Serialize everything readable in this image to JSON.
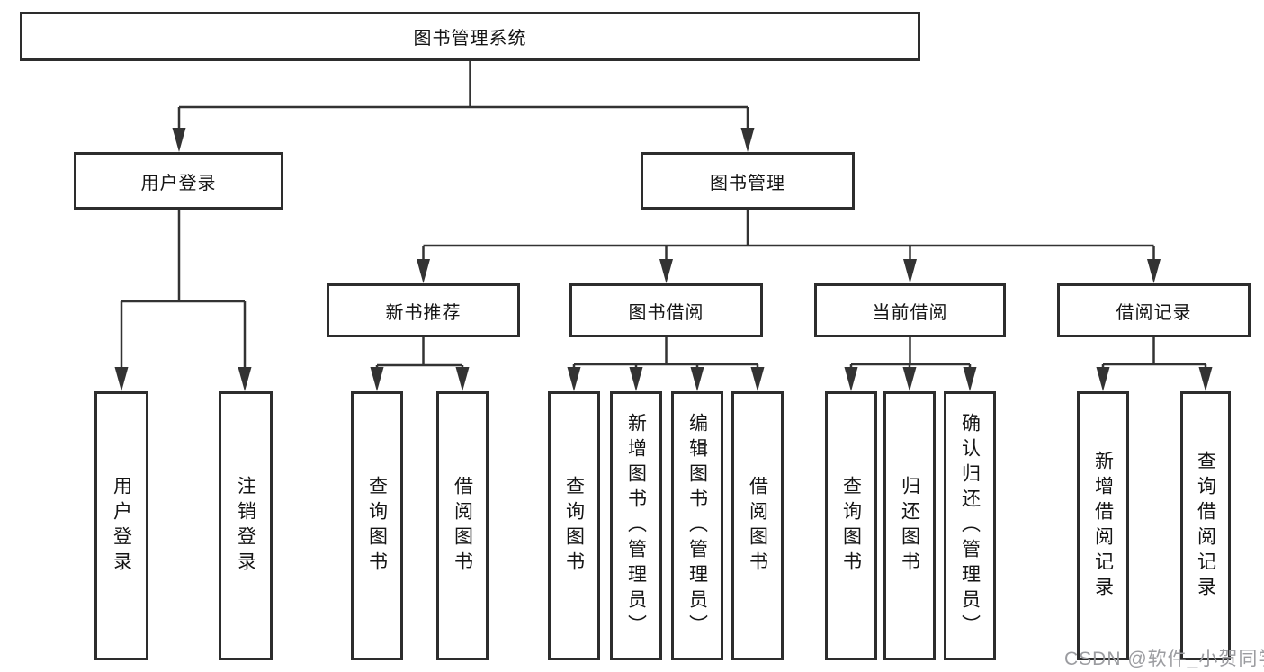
{
  "colors": {
    "background": "#ffffff",
    "line": "#333333",
    "box_border": "#2d2d2d",
    "box_fill": "#ffffff",
    "text": "#151515",
    "watermark": "#9b9ca0"
  },
  "watermark": {
    "text": "CSDN @软件_小贺同学"
  },
  "diagram": {
    "type": "tree",
    "nodes": {
      "root": {
        "label": "图书管理系统"
      },
      "login": {
        "label": "用户登录"
      },
      "manage": {
        "label": "图书管理"
      },
      "recommend": {
        "label": "新书推荐"
      },
      "borrow": {
        "label": "图书借阅"
      },
      "current": {
        "label": "当前借阅"
      },
      "records": {
        "label": "借阅记录"
      },
      "login_user": {
        "label": "用户登录"
      },
      "login_logout": {
        "label": "注销登录"
      },
      "rec_query": {
        "label": "查询图书"
      },
      "rec_borrow": {
        "label": "借阅图书"
      },
      "bor_query": {
        "label": "查询图书"
      },
      "bor_add": {
        "label": "新增图书（管理员）"
      },
      "bor_edit": {
        "label": "编辑图书（管理员）"
      },
      "bor_lend": {
        "label": "借阅图书"
      },
      "cur_query": {
        "label": "查询图书"
      },
      "cur_return": {
        "label": "归还图书"
      },
      "cur_confirm": {
        "label": "确认归还（管理员）"
      },
      "log_add": {
        "label": "新增借阅记录"
      },
      "log_query": {
        "label": "查询借阅记录"
      }
    },
    "edges": [
      [
        "root",
        "login"
      ],
      [
        "root",
        "manage"
      ],
      [
        "login",
        "login_user"
      ],
      [
        "login",
        "login_logout"
      ],
      [
        "manage",
        "recommend"
      ],
      [
        "manage",
        "borrow"
      ],
      [
        "manage",
        "current"
      ],
      [
        "manage",
        "records"
      ],
      [
        "recommend",
        "rec_query"
      ],
      [
        "recommend",
        "rec_borrow"
      ],
      [
        "borrow",
        "bor_query"
      ],
      [
        "borrow",
        "bor_add"
      ],
      [
        "borrow",
        "bor_edit"
      ],
      [
        "borrow",
        "bor_lend"
      ],
      [
        "current",
        "cur_query"
      ],
      [
        "current",
        "cur_return"
      ],
      [
        "current",
        "cur_confirm"
      ],
      [
        "records",
        "log_add"
      ],
      [
        "records",
        "log_query"
      ]
    ]
  }
}
